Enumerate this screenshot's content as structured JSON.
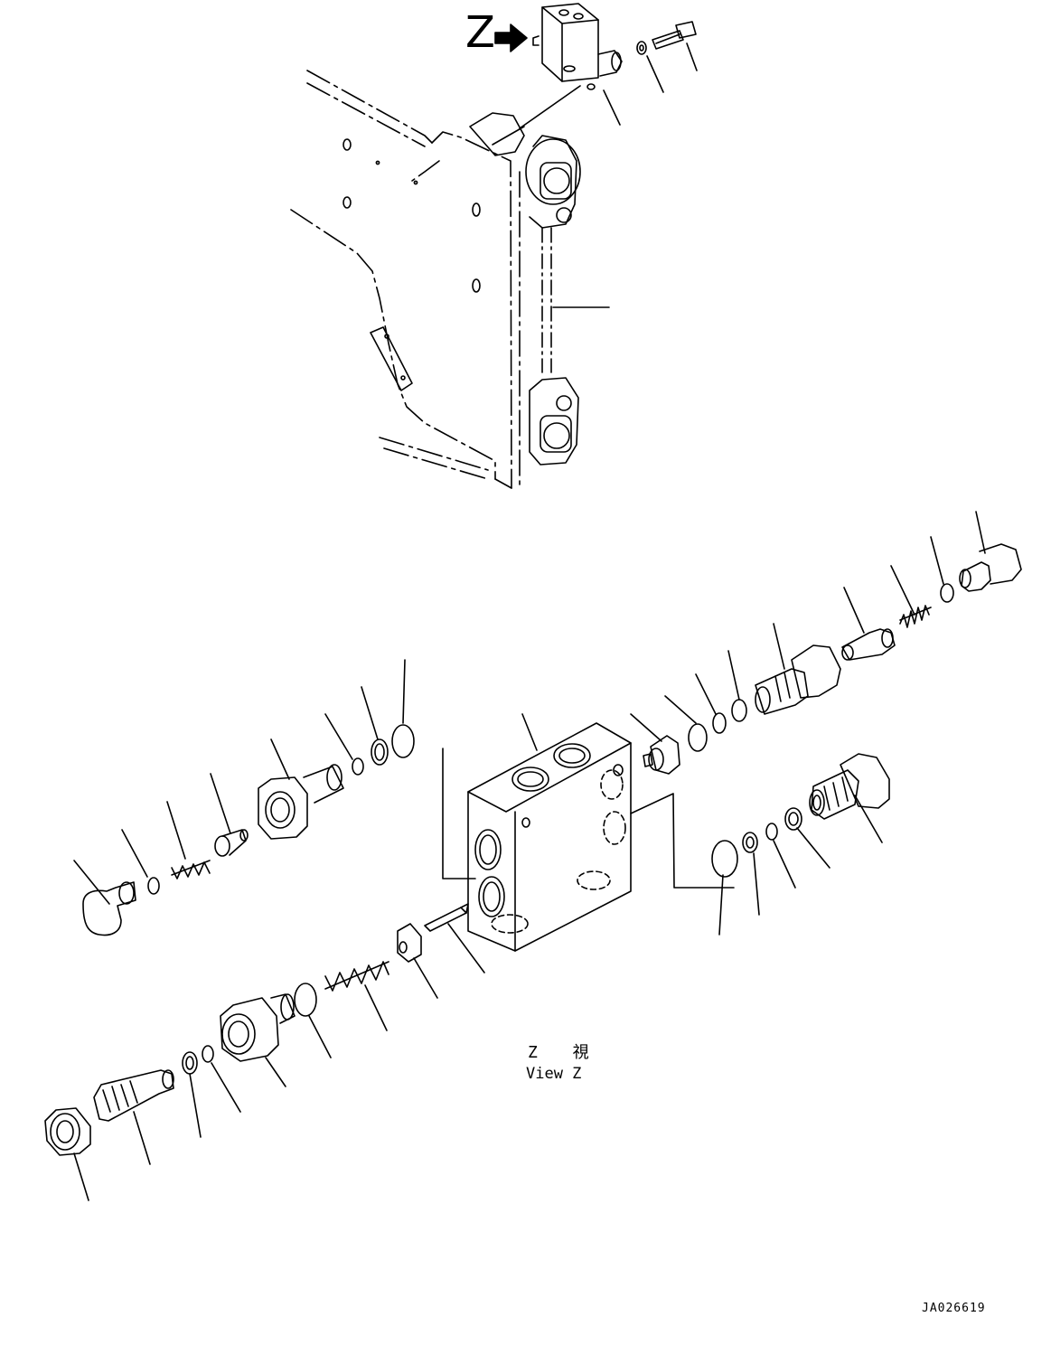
{
  "view_marker": "Z",
  "caption": {
    "japanese": "Z 視",
    "english": "View Z"
  },
  "drawing_code": "JA026619",
  "colors": {
    "line": "#000000",
    "background": "#ffffff"
  }
}
